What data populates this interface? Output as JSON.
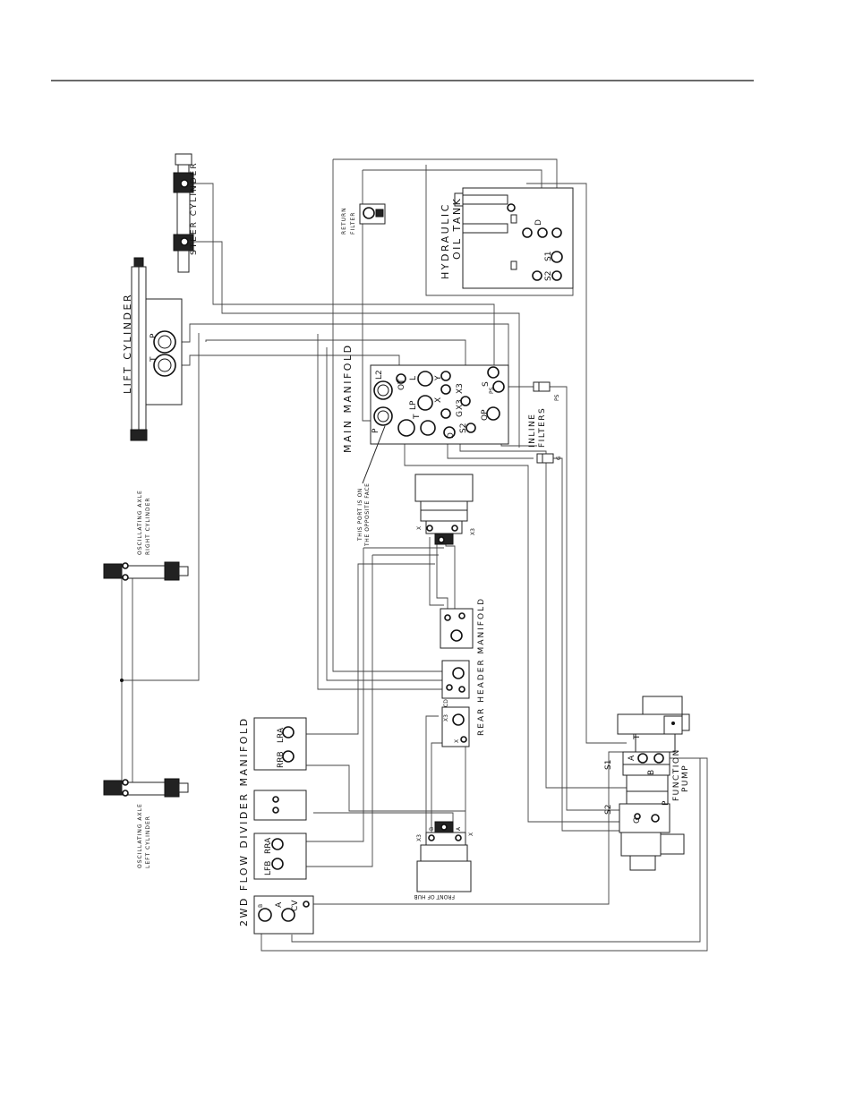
{
  "diagram": {
    "components": {
      "steer_cylinder": "STEER CYLINDER",
      "lift_cylinder": "LIFT CYLINDER",
      "osc_axle_right": [
        "OSCILLATING AXLE",
        "RIGHT CYLINDER"
      ],
      "osc_axle_left": [
        "OSCILLATING AXLE",
        "LEFT CYLINDER"
      ],
      "return_filter": [
        "RETURN",
        "FILTER"
      ],
      "hydraulic_oil_tank": [
        "HYDRAULIC",
        "OIL TANK"
      ],
      "main_manifold": "MAIN MANIFOLD",
      "inline_filters": [
        "INLINE",
        "FILTERS"
      ],
      "port_note": [
        "THIS PORT IS ON",
        "THE OPPOSITE FACE"
      ],
      "rear_header_manifold": "REAR HEADER MANIFOLD",
      "flow_divider_manifold": "2WD FLOW DIVIDER MANIFOLD",
      "function_pump": [
        "FUNCTION",
        "PUMP"
      ],
      "front_of_hub": "FRONT OF HUB"
    },
    "port_labels": {
      "lift_p": "P",
      "lift_t": "T",
      "mm_l2": "L2",
      "mm_ot": "OT",
      "mm_l": "L",
      "mm_y": "Y",
      "mm_s": "S",
      "mm_x3a": "X3",
      "mm_x": "X",
      "mm_lp": "LP",
      "mm_ps": "PS",
      "mm_x3b": "X3",
      "mm_t": "T",
      "mm_op": "OP",
      "mm_g": "G",
      "mm_p": "P",
      "mm_d": "D",
      "mm_s2": "S2",
      "tank_d": "D",
      "tank_s1": "S1",
      "tank_s2": "S2",
      "filter_ps": "PS",
      "filter_g": "G",
      "motor_top_x": "X",
      "motor_top_x3": "X3",
      "motor_bot_x3": "X3",
      "motor_bot_b": "B",
      "motor_bot_a": "A",
      "motor_bot_x": "X",
      "rhm_x3": "X3",
      "rhm_cd": "CD",
      "rhm_x": "X",
      "fd_rrb": "RRB",
      "fd_lra": "LRA",
      "fd_lfb": "LFB",
      "fd_rra": "RRA",
      "fd_b": "B",
      "fd_a": "A",
      "fd_cv": "CV",
      "pump_s1": "S1",
      "pump_t": "T",
      "pump_a": "A",
      "pump_b": "B",
      "pump_s2": "S2",
      "pump_g": "G",
      "pump_p": "P"
    }
  }
}
